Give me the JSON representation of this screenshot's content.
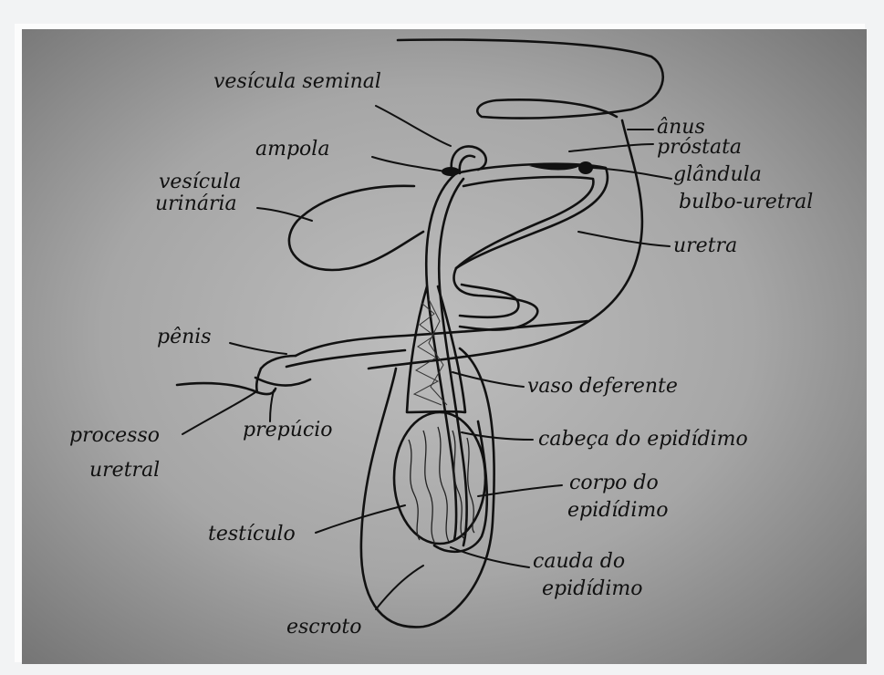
{
  "diagram": {
    "labels": {
      "vesicula_seminal": "vesícula seminal",
      "ampola": "ampola",
      "vesicula_urinaria_1": "vesícula",
      "vesicula_urinaria_2": "urinária",
      "anus": "ânus",
      "prostata": "próstata",
      "glandula_1": "glândula",
      "glandula_2": "bulbo-uretral",
      "uretra": "uretra",
      "penis": "pênis",
      "vaso_deferente": "vaso deferente",
      "prepucio": "prepúcio",
      "processo_uretral_1": "processo",
      "processo_uretral_2": "uretral",
      "cabeca_epididimo": "cabeça do epidídimo",
      "corpo_epididimo_1": "corpo do",
      "corpo_epididimo_2": "epidídimo",
      "testiculo": "testículo",
      "cauda_epididimo_1": "cauda do",
      "cauda_epididimo_2": "epidídimo",
      "escroto": "escroto"
    },
    "colors": {
      "background_light": "#b9b9b9",
      "background_dark": "#747474",
      "ink": "#111111"
    }
  }
}
